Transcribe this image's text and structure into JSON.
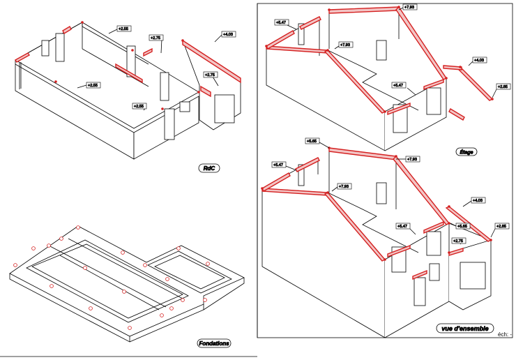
{
  "views": {
    "rdc": {
      "title": "RdC",
      "levels": [
        "+2.55",
        "+2.75",
        "+4.03",
        "+2.75",
        "+2.55",
        "+2.55"
      ]
    },
    "fondations": {
      "title": "Fondations"
    },
    "etage": {
      "title": "Étage",
      "levels": [
        "+5.47",
        "+7.93",
        "+7.93",
        "+4.03",
        "+5.47",
        "+2.85"
      ]
    },
    "ensemble": {
      "title": "vue d'ensemble",
      "levels": [
        "+5.65",
        "+5.47",
        "+7.93",
        "+7.93",
        "+4.03",
        "+5.47",
        "+5.65",
        "+2.75",
        "+2.85"
      ]
    }
  },
  "scale_note": "éch: -",
  "colors": {
    "line": "#000000",
    "accent": "#d42020",
    "accent_fill": "#f3c4c4"
  }
}
